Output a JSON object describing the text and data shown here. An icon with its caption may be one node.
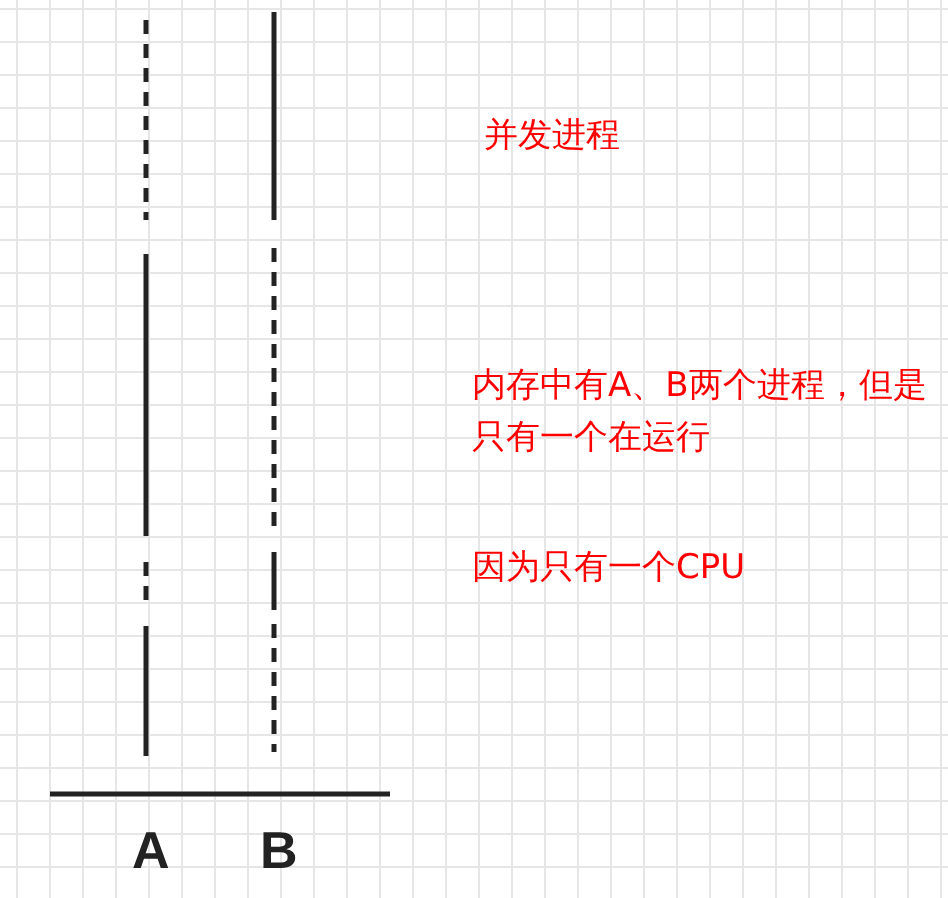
{
  "diagram": {
    "labels": [
      "并发进程",
      "内存中有A、B两个进程，但是只有一个在运行",
      "因为只有一个CPU",
      "A",
      "B"
    ]
  }
}
